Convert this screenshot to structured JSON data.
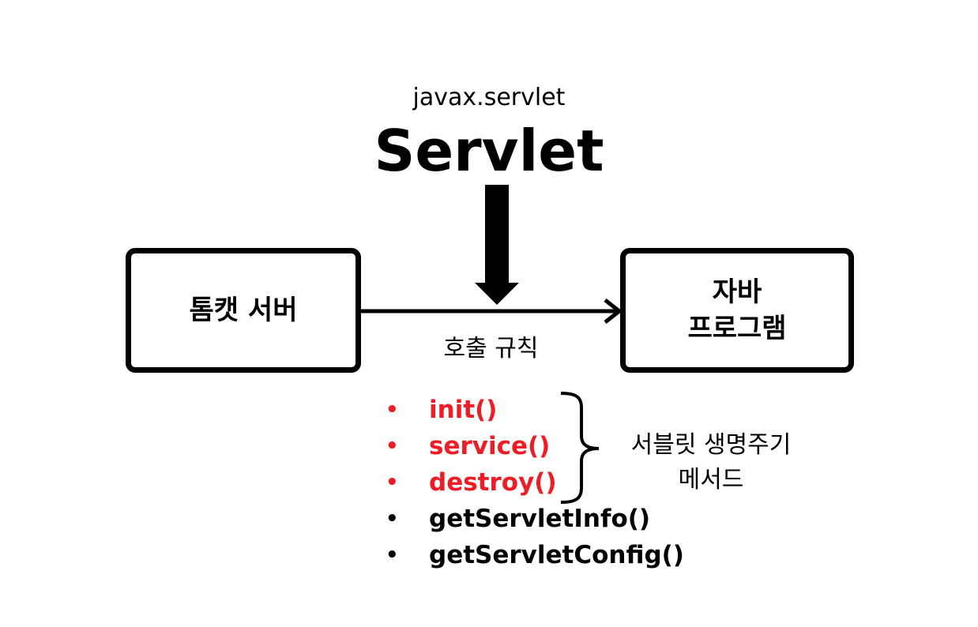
{
  "header": {
    "package": "javax.servlet",
    "title": "Servlet"
  },
  "boxes": {
    "left": {
      "label": "톰캣 서버"
    },
    "right": {
      "line1": "자바",
      "line2": "프로그램"
    }
  },
  "connector": {
    "label": "호출 규칙"
  },
  "methods": [
    {
      "name": "init()",
      "lifecycle": true
    },
    {
      "name": "service()",
      "lifecycle": true
    },
    {
      "name": "destroy()",
      "lifecycle": true
    },
    {
      "name": "getServletInfo()",
      "lifecycle": false
    },
    {
      "name": "getServletConfig()",
      "lifecycle": false
    }
  ],
  "lifecycle_group": {
    "line1": "서블릿 생명주기",
    "line2": "메서드"
  },
  "colors": {
    "lifecycle": "#ee1c25",
    "default": "#000000",
    "bullet": "•"
  }
}
